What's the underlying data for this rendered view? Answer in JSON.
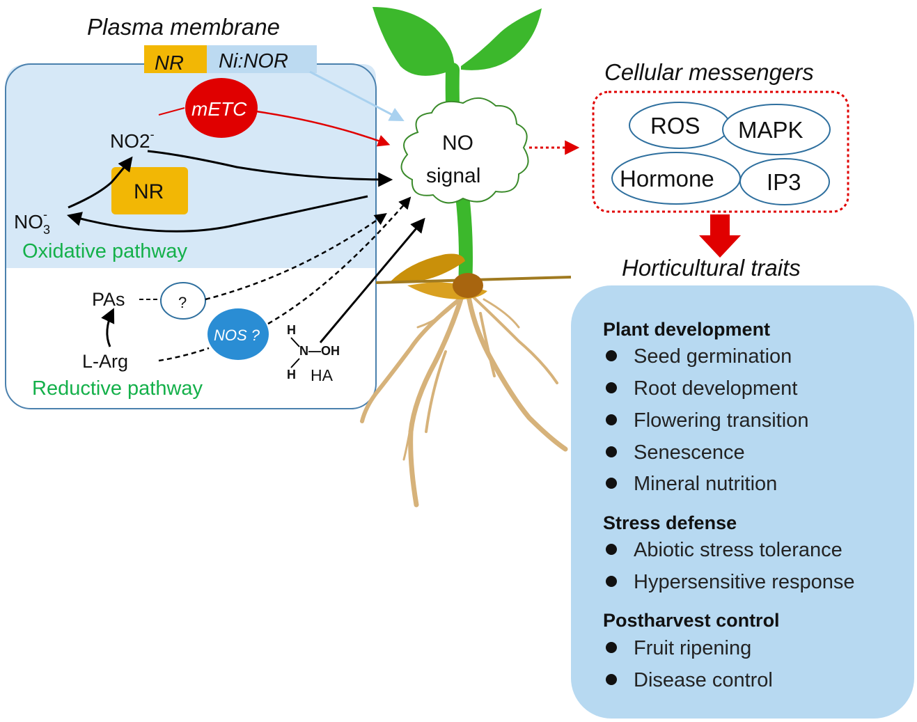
{
  "left_panel": {
    "plasma_membrane_title": "Plasma membrane",
    "membrane_nr": "NR",
    "membrane_ninor": "Ni:NOR",
    "metc": "mETC",
    "no2": "NO2",
    "no2_sup": "-",
    "nr": "NR",
    "no3": "NO",
    "no3_sub": "3",
    "no3_sup": "-",
    "oxidative_pathway": "Oxidative pathway",
    "pas": "PAs",
    "question": "?",
    "nos": "NOS ?",
    "l_arg": "L-Arg",
    "reductive_pathway": "Reductive pathway",
    "ha_h_top": "H",
    "ha_n_oh": "N—OH",
    "ha_h_bottom": "H",
    "ha": "HA"
  },
  "center": {
    "no_signal_line1": "NO",
    "no_signal_line2": "signal"
  },
  "messengers": {
    "title": "Cellular messengers",
    "items": [
      "ROS",
      "MAPK",
      "Hormone",
      "IP3"
    ]
  },
  "traits": {
    "title": "Horticultural traits",
    "sections": [
      {
        "heading": "Plant development",
        "items": [
          "Seed germination",
          "Root development",
          "Flowering transition",
          "Senescence",
          "Mineral nutrition"
        ]
      },
      {
        "heading": "Stress defense",
        "items": [
          "Abiotic stress tolerance",
          "Hypersensitive response"
        ]
      },
      {
        "heading": "Postharvest control",
        "items": [
          "Fruit ripening",
          "Disease control"
        ]
      }
    ]
  },
  "colors": {
    "panel_blue": "#d6e8f7",
    "panel_border": "#4a80ad",
    "nr_orange": "#f2b705",
    "ninor_blue": "#bcdaf1",
    "metc_red": "#e00000",
    "nos_blue": "#2a8dd4",
    "pathway_green": "#14b04a",
    "stem_green": "#3cb82c",
    "root_tan": "#d6b27a",
    "traits_blue": "#b7d9f1",
    "dotted_red": "#e00000"
  }
}
